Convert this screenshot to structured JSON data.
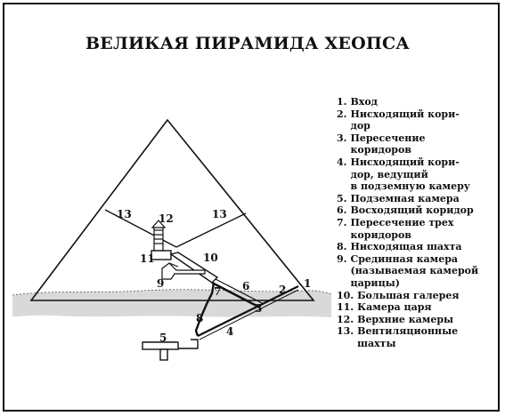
{
  "title": "ВЕЛИКАЯ ПИРАМИДА ХЕОПСА",
  "labels": [
    "1",
    "2",
    "3",
    "4",
    "5",
    "6",
    "7",
    "8",
    "9",
    "10",
    "11",
    "12",
    "13"
  ],
  "legend": [
    {
      "num": "1.",
      "text": "Вход"
    },
    {
      "num": "2.",
      "text": "Нисходящий кори-\nдор"
    },
    {
      "num": "3.",
      "text": "Пересечение\nкоридоров"
    },
    {
      "num": "4.",
      "text": "Нисходящий кори-\nдор, ведущий\nв подземную камеру"
    },
    {
      "num": "5.",
      "text": "Подземная камера"
    },
    {
      "num": "6.",
      "text": "Восходящий коридор"
    },
    {
      "num": "7.",
      "text": "Пересечение трех\nкоридоров"
    },
    {
      "num": "8.",
      "text": "Нисходящая шахта"
    },
    {
      "num": "9.",
      "text": "Срединная камера\n(называемая камерой\nцарицы)"
    },
    {
      "num": "10.",
      "text": "Большая галерея"
    },
    {
      "num": "11.",
      "text": "Камера царя"
    },
    {
      "num": "12.",
      "text": "Верхние камеры"
    },
    {
      "num": "13.",
      "text": "Вентиляционные\nшахты"
    }
  ]
}
